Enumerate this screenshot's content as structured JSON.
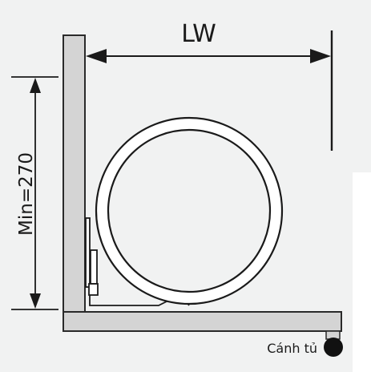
{
  "labels": {
    "width_dimension": "LW",
    "height_dimension": "Min=270",
    "door_label": "Cánh tủ"
  },
  "colors": {
    "background": "#f1f2f2",
    "panel_fill": "#d4d4d4",
    "panel_stroke": "#2a2a2a",
    "lines": "#1a1a1a",
    "ring_fill": "#ffffff"
  },
  "icons": {
    "door_knob": "door-knob-icon"
  }
}
